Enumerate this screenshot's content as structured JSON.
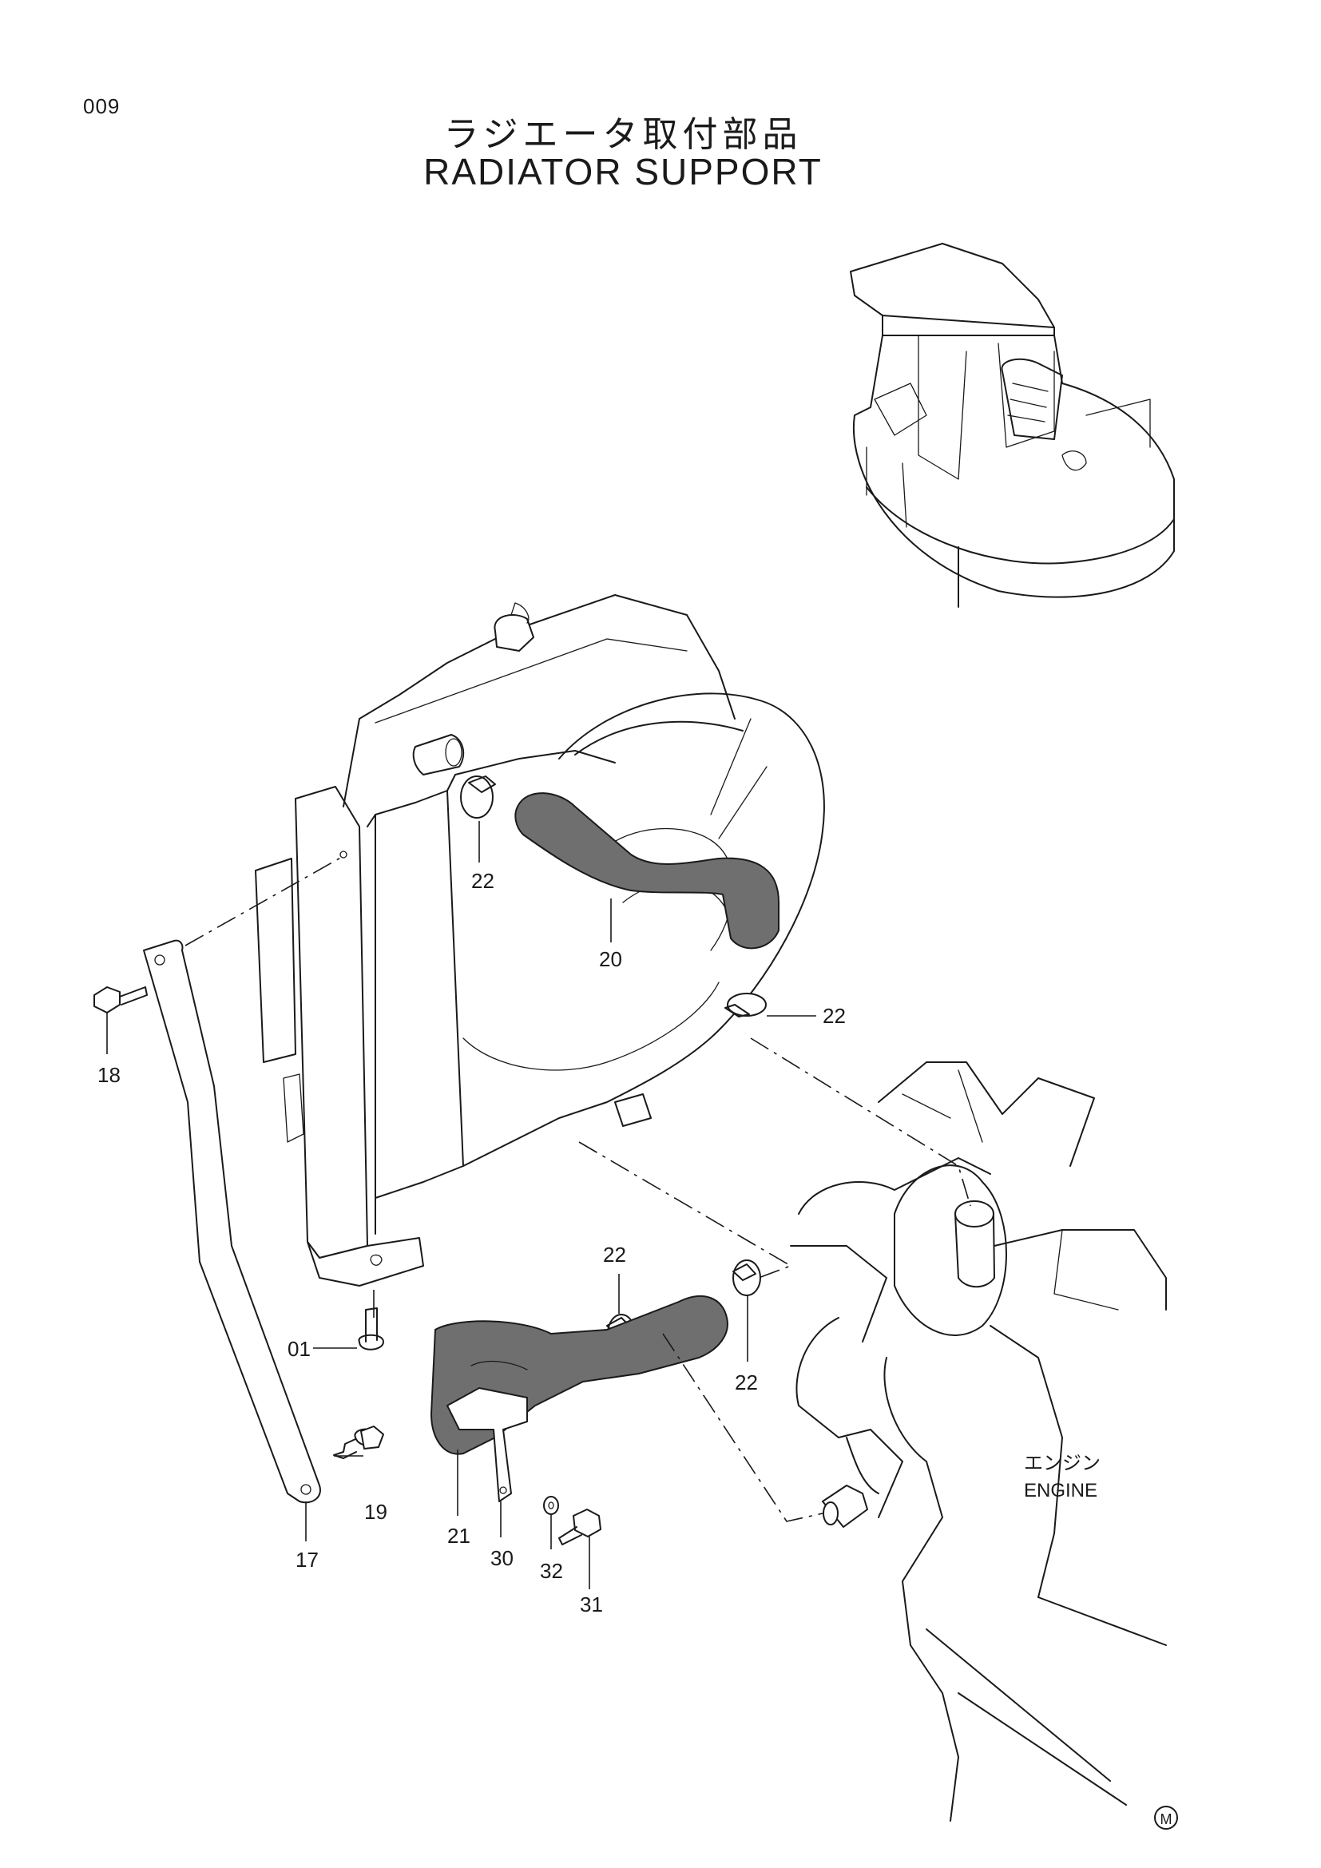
{
  "header": {
    "page_number": "009",
    "title_jp": "ラジエータ取付部品",
    "title_en": "RADIATOR SUPPORT"
  },
  "callouts": {
    "p01": "01",
    "p17": "17",
    "p18": "18",
    "p19": "19",
    "p20": "20",
    "p21": "21",
    "p22a": "22",
    "p22b": "22",
    "p22c": "22",
    "p22d": "22",
    "p30": "30",
    "p31": "31",
    "p32": "32"
  },
  "engine": {
    "label_jp": "エンジン",
    "label_en": "ENGINE"
  },
  "footer": {
    "mark": "M"
  },
  "colors": {
    "line": "#1a1a1a",
    "hose_fill": "#6f6f6f",
    "background": "#ffffff"
  }
}
